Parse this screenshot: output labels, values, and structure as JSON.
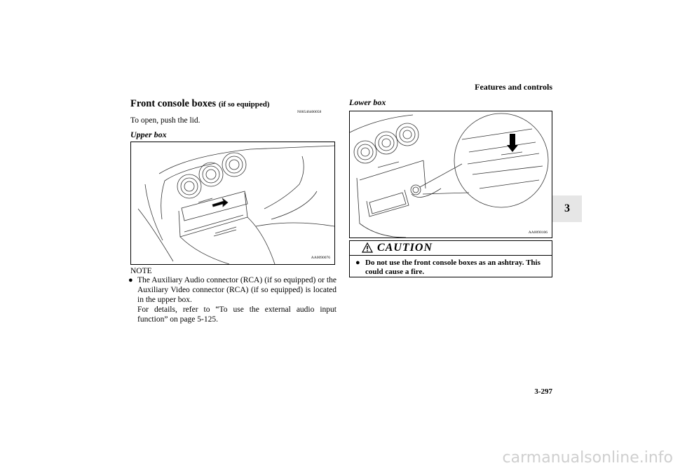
{
  "header": {
    "title": "Features and controls"
  },
  "chapter_tab": {
    "number": "3"
  },
  "section": {
    "title": "Front console boxes",
    "qualifier": "(if so equipped)",
    "ref_code": "N00546400058",
    "intro": "To open, push the lid."
  },
  "upper_box": {
    "heading": "Upper box",
    "figure_code": "AA0090076",
    "icon": "illustration-upper-console-box"
  },
  "note": {
    "label": "NOTE",
    "items": [
      {
        "line1": "The Auxiliary Audio connector (RCA) (if so equipped) or the Auxiliary Video connector (RCA) (if so equipped) is located in the upper box.",
        "line2": "For details, refer to “To use the external audio input function” on page 5-125."
      }
    ]
  },
  "lower_box": {
    "heading": "Lower box",
    "figure_code": "AA0090106",
    "icon": "illustration-lower-console-box"
  },
  "caution": {
    "title": "CAUTION",
    "text": "Do not use the front console boxes as an ashtray. This could cause a fire."
  },
  "page_number": "3-297",
  "watermark": "carmanualsonline.info"
}
